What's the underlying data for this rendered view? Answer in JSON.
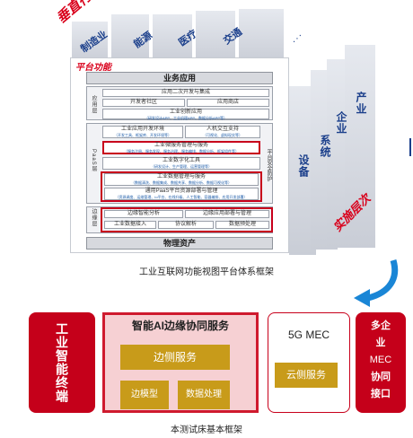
{
  "top": {
    "vertical_industry": "垂直行业",
    "industries": [
      "制造业",
      "能源",
      "医疗",
      "交通"
    ],
    "platform_functions": "平台功能"
  },
  "platform": {
    "business_app": "业务应用",
    "app_layer_label": "应用层",
    "app_dev": "应用二次开发与集成",
    "dev_community": "开发者社区",
    "app_store": "应用商店",
    "industrial_app": "工业创新应用",
    "industrial_app_sub": "（研发设计APP、工业机理APP、数据分析APP等）",
    "paas_label": "PaaS层",
    "dev_env": "工业应用开发环境",
    "dev_env_sub": "（开发工具、框架库、开发环境等）",
    "hci": "人机交互支持",
    "hci_sub": "（可视化、虚拟现实等）",
    "micro_mgmt": "工业微服务管理与服务",
    "micro_mgmt_sub": "（服务注册、服务发现、服务治理、服务编排、数据分析、框架组件等）",
    "data_tools": "工业数字化工具",
    "data_tools_sub": "（研发设计、生产管理、运营管理等）",
    "data_mgmt": "工业数据管理与服务",
    "data_mgmt_sub": "（数据清洗、数据集成、数据共享、数据分析、数据可视化等）",
    "paas_common": "通用PaaS平台资源部署与管理",
    "paas_common_sub": "（资源调度、运维管理、io平台、在线升级、人工智能、容器编排、应用开发部署）",
    "security": "平台安全防护",
    "edge_label": "边缘层",
    "edge_intel": "边缘智能分析",
    "edge_app": "边缘应用部署与管理",
    "industrial_access": "工业数据接入",
    "protocol": "协议解析",
    "data_pre": "数据预处理",
    "physical": "物理资产"
  },
  "right_side": {
    "device": "设备",
    "system": "系统",
    "enterprise": "企业",
    "industry": "产业",
    "impl_level": "实施层次"
  },
  "captions": {
    "framework": "工业互联网功能视图平台体系框架",
    "testbed": "本测试床基本框架"
  },
  "bottom": {
    "terminal": "工业智能终端",
    "collab_title": "智能AI边缘协同服务",
    "edge_service": "边侧服务",
    "edge_model": "边模型",
    "data_processing": "数据处理",
    "mec_title": "5G MEC",
    "cloud_service": "云侧服务",
    "multi_enterprise": [
      "多企",
      "业",
      "MEC",
      "协同",
      "接口"
    ]
  },
  "colors": {
    "red": "#c8001b",
    "gold": "#c89b1a",
    "blue": "#1a86d6",
    "grey": "#cfd3da"
  }
}
